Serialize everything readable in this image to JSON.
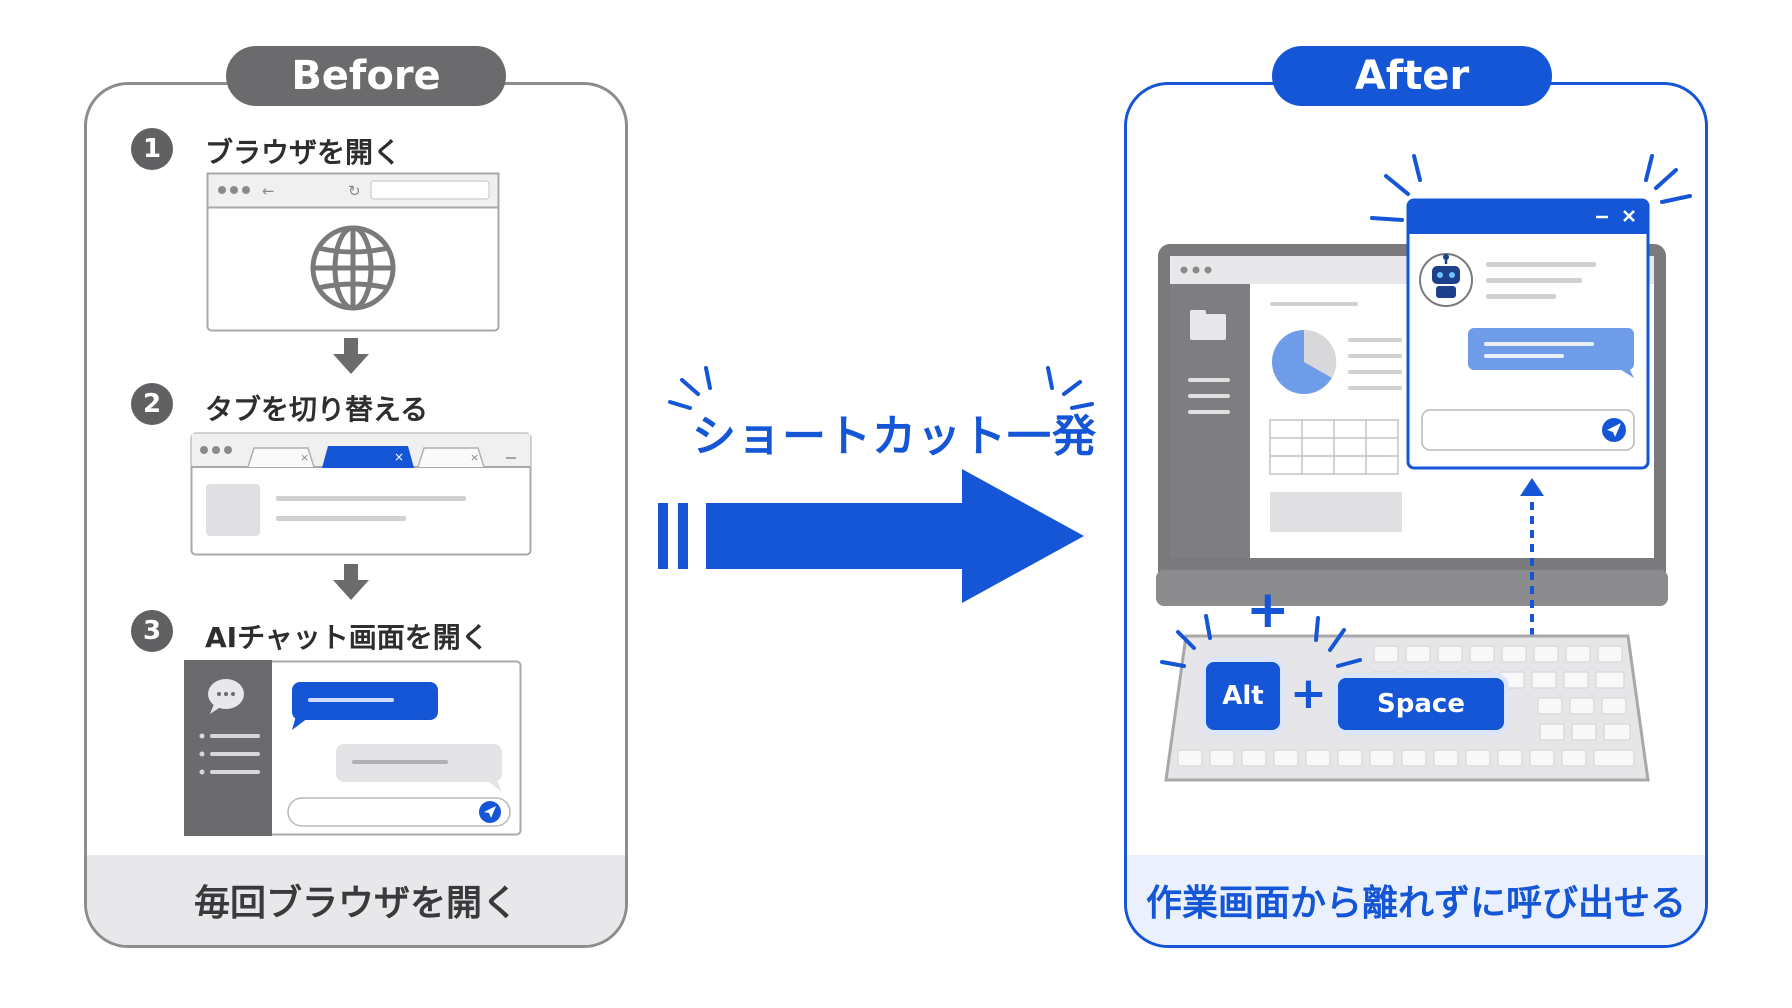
{
  "before": {
    "title": "Before",
    "footer": "毎回ブラウザを開く",
    "steps": [
      {
        "num": "1",
        "label": "ブラウザを開く"
      },
      {
        "num": "2",
        "label": "タブを切り替える"
      },
      {
        "num": "3",
        "label": "AIチャット画面を開く"
      }
    ]
  },
  "middle": {
    "label": "ショートカット一発"
  },
  "after": {
    "title": "After",
    "footer": "作業画面から離れずに呼び出せる",
    "keys": {
      "alt": "Alt",
      "space": "Space",
      "plus": "+"
    }
  },
  "colors": {
    "accent": "#1456d6",
    "gray": "#6b6b6e",
    "light_blue": "#6e9ce8"
  }
}
